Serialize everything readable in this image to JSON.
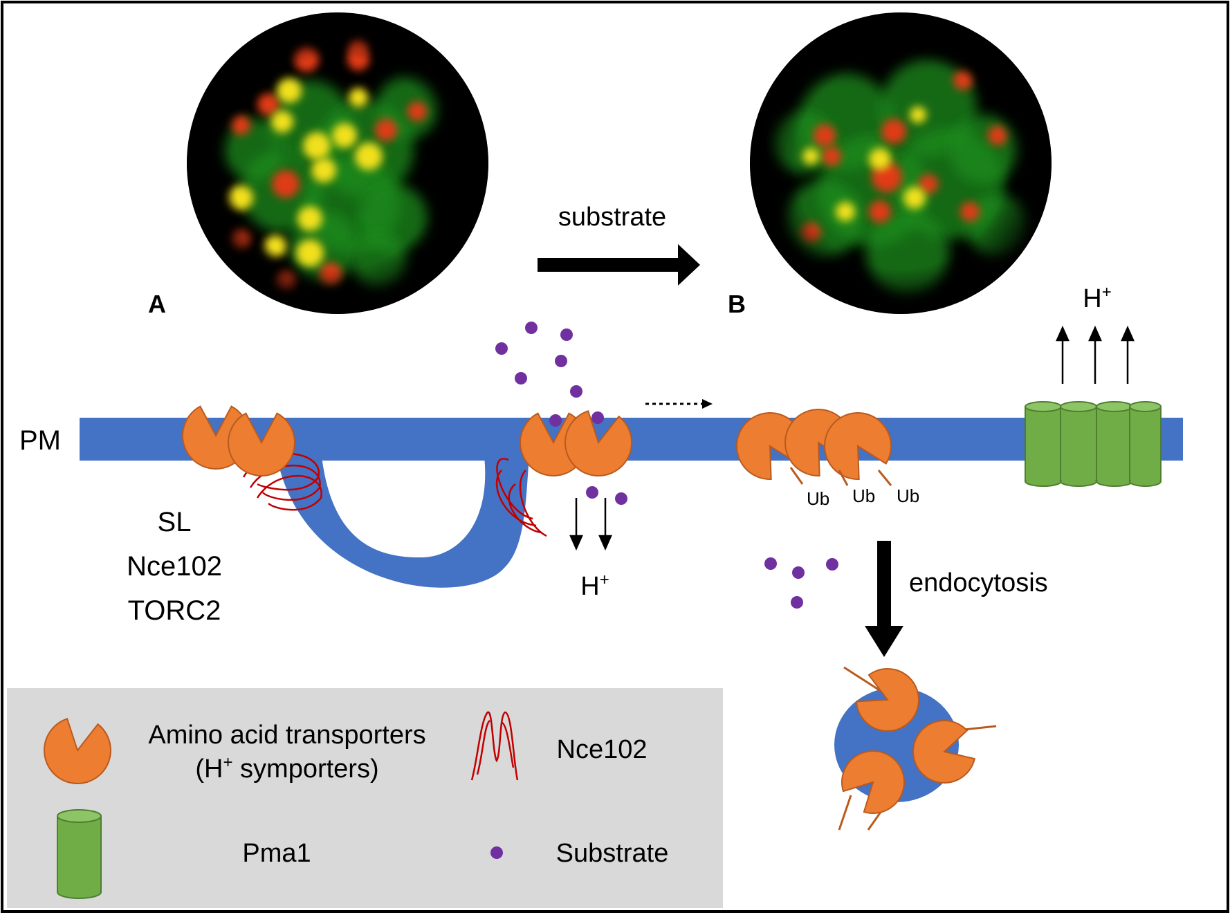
{
  "panel_labels": {
    "a": "A",
    "b": "B"
  },
  "arrow_labels": {
    "substrate": "substrate",
    "endocytosis": "endocytosis"
  },
  "membrane": {
    "pm": "PM"
  },
  "eisosome_factors": [
    "SL",
    "Nce102",
    "TORC2"
  ],
  "proton": {
    "base": "H",
    "sup": "+"
  },
  "ubiquitin": [
    "Ub",
    "Ub",
    "Ub"
  ],
  "legend": {
    "transporter_line1": "Amino acid transporters",
    "transporter_line2_pre": "(H",
    "transporter_line2_sup": "+",
    "transporter_line2_post": " symporters)",
    "nce102": "Nce102",
    "pma1": "Pma1",
    "substrate": "Substrate"
  },
  "colors": {
    "membrane": "#4472C4",
    "transporter": "#ED7D31",
    "transporter_outline": "#B95A1E",
    "pma1": "#70AD47",
    "pma1_outline": "#4E7E30",
    "nce102": "#C00000",
    "substrate": "#7030A0",
    "legend_bg": "#D9D9D9",
    "cell_bg": "#000000"
  }
}
